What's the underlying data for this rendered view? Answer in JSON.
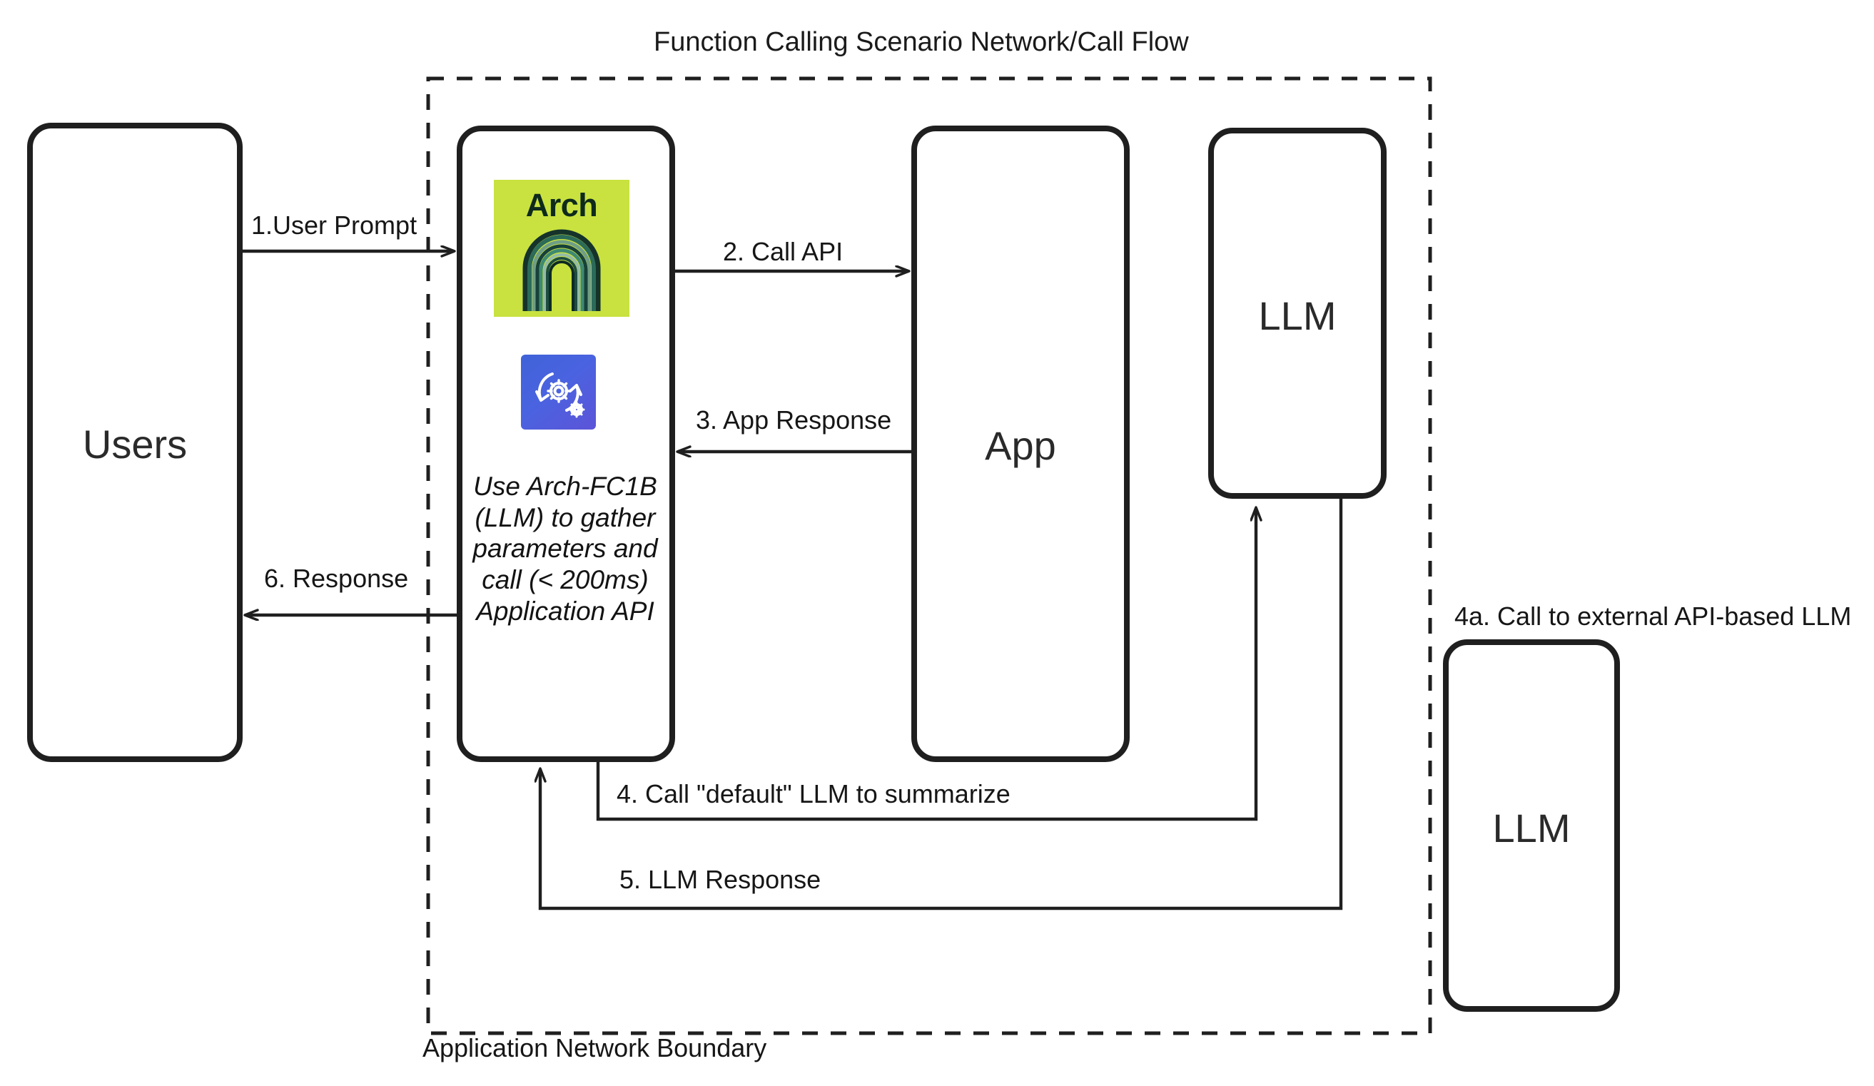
{
  "diagram": {
    "title": "Function Calling Scenario Network/Call Flow",
    "boundary_label": "Application Network Boundary",
    "colors": {
      "stroke": "#1f1f1f",
      "arch_logo_background": "#c9e23f",
      "arch_logo_arch": "#2f6a55",
      "api_icon_background": "#4558d8",
      "page_background": "#ffffff"
    }
  },
  "nodes": {
    "users": {
      "label": "Users"
    },
    "arch": {
      "logo_word": "Arch",
      "logo_icon": "arch-logo-icon",
      "api_icon": "api-gears-icon",
      "note": "Use Arch-FC1B (LLM) to gather parameters and call (< 200ms) Application API"
    },
    "app": {
      "label": "App"
    },
    "internal_llm": {
      "label": "LLM"
    },
    "external_llm": {
      "label": "LLM"
    }
  },
  "edges": [
    {
      "id": "e1",
      "label": "1.User Prompt",
      "from": "users",
      "to": "arch"
    },
    {
      "id": "e2",
      "label": "2. Call API",
      "from": "arch",
      "to": "app"
    },
    {
      "id": "e3",
      "label": "3. App Response",
      "from": "app",
      "to": "arch"
    },
    {
      "id": "e4",
      "label": "4. Call \"default\" LLM to summarize",
      "from": "arch",
      "to": "internal_llm"
    },
    {
      "id": "e4a",
      "label": "4a. Call to external API-based LLM",
      "from": "internal_llm",
      "to": "external_llm"
    },
    {
      "id": "e5",
      "label": "5. LLM Response",
      "from": "internal_llm",
      "to": "arch"
    },
    {
      "id": "e6",
      "label": "6.  Response",
      "from": "arch",
      "to": "users"
    }
  ]
}
